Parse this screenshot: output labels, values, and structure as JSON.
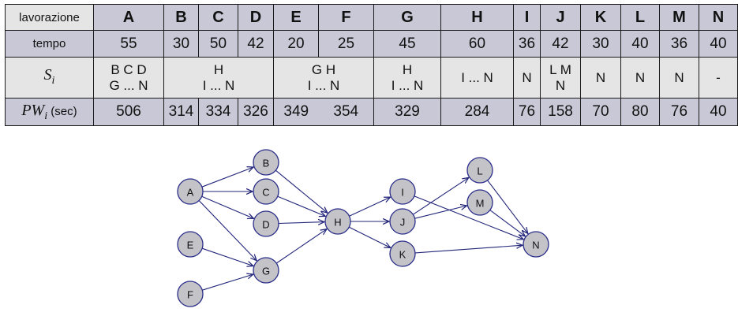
{
  "table": {
    "row_labels": {
      "lavorazione": "lavorazione",
      "tempo": "tempo",
      "si_symbol": "S",
      "si_sub": "i",
      "pw_symbol": "PW",
      "pw_sub": "i",
      "pw_unit": "(sec)"
    },
    "jobs": [
      "A",
      "B",
      "C",
      "D",
      "E",
      "F",
      "G",
      "H",
      "I",
      "J",
      "K",
      "L",
      "M",
      "N"
    ],
    "tempo": [
      "55",
      "30",
      "50",
      "42",
      "20",
      "25",
      "45",
      "60",
      "36",
      "42",
      "30",
      "40",
      "36",
      "40"
    ],
    "successors": [
      {
        "l1": "B C D",
        "l2": "G ... N"
      },
      {
        "l1": "H",
        "l2": "I ... N"
      },
      {
        "l1": "G H",
        "l2": "I ... N"
      },
      {
        "l1": "H",
        "l2": "I ... N"
      },
      {
        "l1": "I ... N",
        "l2": ""
      },
      {
        "l1": "N",
        "l2": ""
      },
      {
        "l1": "L M",
        "l2": "N"
      },
      {
        "l1": "N",
        "l2": ""
      },
      {
        "l1": "N",
        "l2": ""
      },
      {
        "l1": "N",
        "l2": ""
      },
      {
        "l1": "-",
        "l2": ""
      }
    ],
    "pw": [
      "506",
      "314",
      "334",
      "326",
      "349",
      "354",
      "329",
      "284",
      "76",
      "158",
      "70",
      "80",
      "76",
      "40"
    ]
  },
  "graph": {
    "colors": {
      "node_fill": "#c4c4c8",
      "node_stroke": "#2a2d8a",
      "edge": "#23267a"
    },
    "nodes": [
      {
        "id": "A",
        "label": "A"
      },
      {
        "id": "B",
        "label": "B"
      },
      {
        "id": "C",
        "label": "C"
      },
      {
        "id": "D",
        "label": "D"
      },
      {
        "id": "E",
        "label": "E"
      },
      {
        "id": "F",
        "label": "F"
      },
      {
        "id": "G",
        "label": "G"
      },
      {
        "id": "H",
        "label": "H"
      },
      {
        "id": "I",
        "label": "I"
      },
      {
        "id": "J",
        "label": "J"
      },
      {
        "id": "K",
        "label": "K"
      },
      {
        "id": "L",
        "label": "L"
      },
      {
        "id": "M",
        "label": "M"
      },
      {
        "id": "N",
        "label": "N"
      }
    ],
    "edges": [
      [
        "A",
        "B"
      ],
      [
        "A",
        "C"
      ],
      [
        "A",
        "D"
      ],
      [
        "A",
        "G"
      ],
      [
        "E",
        "G"
      ],
      [
        "F",
        "G"
      ],
      [
        "B",
        "H"
      ],
      [
        "C",
        "H"
      ],
      [
        "D",
        "H"
      ],
      [
        "G",
        "H"
      ],
      [
        "H",
        "I"
      ],
      [
        "H",
        "J"
      ],
      [
        "H",
        "K"
      ],
      [
        "I",
        "N"
      ],
      [
        "J",
        "L"
      ],
      [
        "J",
        "M"
      ],
      [
        "K",
        "N"
      ],
      [
        "L",
        "N"
      ],
      [
        "M",
        "N"
      ]
    ]
  }
}
